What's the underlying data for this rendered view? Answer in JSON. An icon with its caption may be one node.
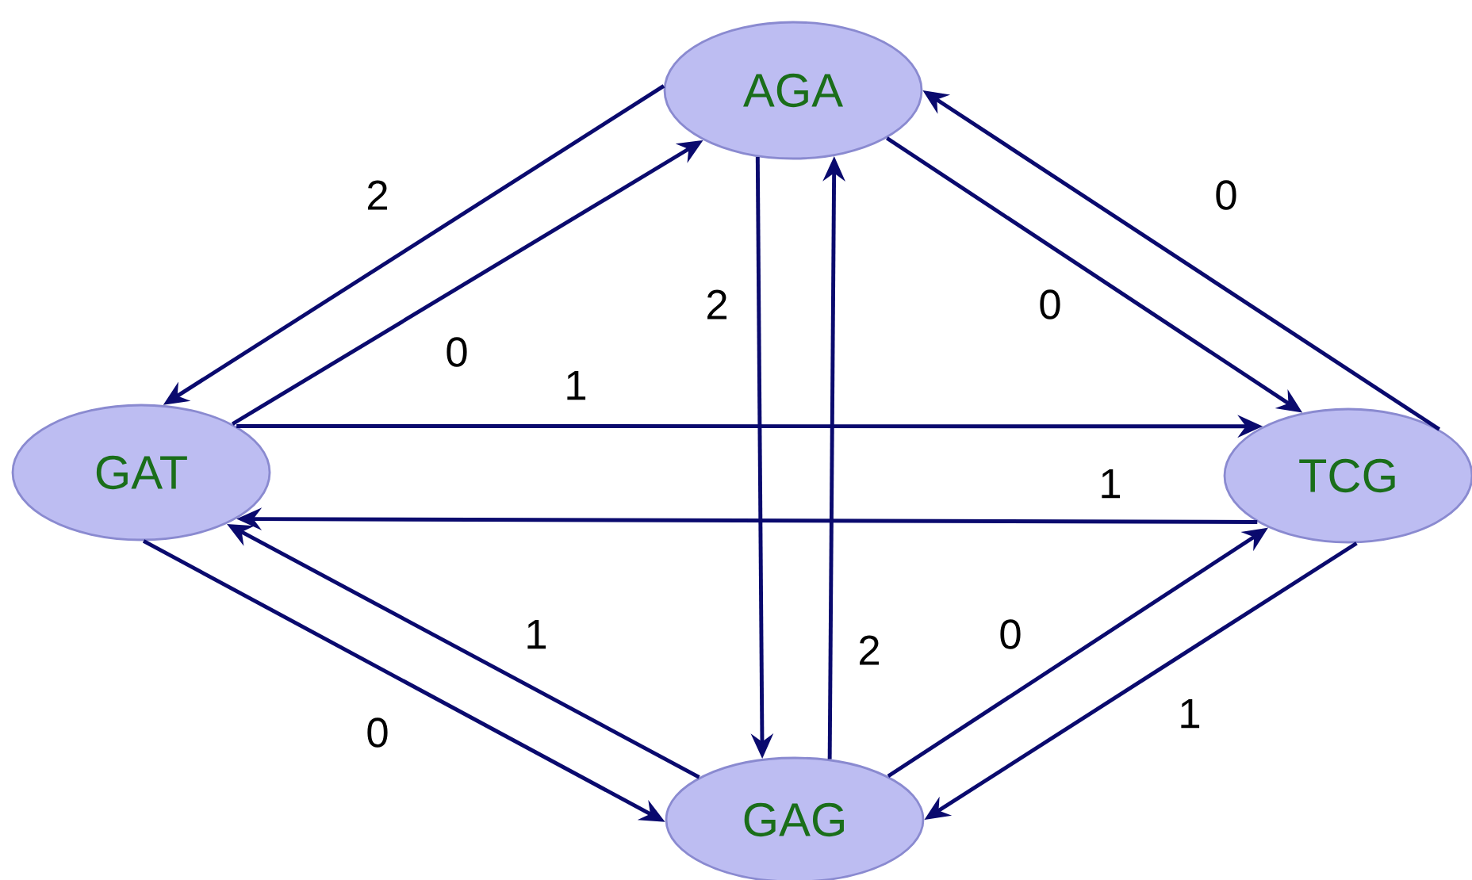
{
  "diagram": {
    "nodes": [
      {
        "text": [
          "AGA"
        ]
      },
      {
        "text": [
          "GAT"
        ]
      },
      {
        "text": [
          "TCG"
        ]
      },
      {
        "text": [
          "GAG"
        ]
      }
    ],
    "edges": [
      {
        "from": 0,
        "to": 1,
        "arrow": "to",
        "label": "2"
      },
      {
        "from": 1,
        "to": 0,
        "arrow": "to",
        "label": "0"
      },
      {
        "from": 1,
        "to": 2,
        "arrow": "to",
        "label": "1"
      },
      {
        "from": 2,
        "to": 1,
        "arrow": "to",
        "label": "1"
      },
      {
        "from": 0,
        "to": 3,
        "arrow": "to",
        "label": "2"
      },
      {
        "from": 3,
        "to": 0,
        "arrow": "to",
        "label": "2"
      },
      {
        "from": 0,
        "to": 2,
        "arrow": "to",
        "label": "0"
      },
      {
        "from": 2,
        "to": 0,
        "arrow": "to",
        "label": "0"
      },
      {
        "from": 3,
        "to": 1,
        "arrow": "to",
        "label": "1"
      },
      {
        "from": 1,
        "to": 3,
        "arrow": "to",
        "label": "0"
      },
      {
        "from": 3,
        "to": 2,
        "arrow": "to",
        "label": "0"
      },
      {
        "from": 2,
        "to": 3,
        "arrow": "to",
        "label": "1"
      }
    ]
  }
}
